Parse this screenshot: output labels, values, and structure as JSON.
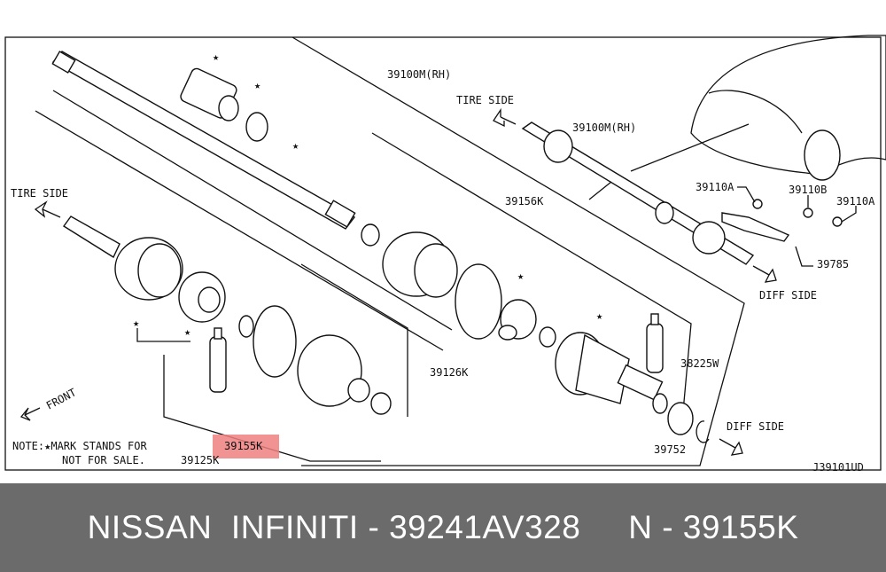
{
  "diagram": {
    "labels": {
      "shaft_rh_top": "39100M(RH)",
      "shaft_rh_right": "39100M(RH)",
      "tire_side_top": "TIRE SIDE",
      "tire_side_left": "TIRE SIDE",
      "boot_band": "39156K",
      "bolt_a_left": "39110A",
      "nut_b": "39110B",
      "bolt_a_right": "39110A",
      "bracket": "39785",
      "diff_side_top": "DIFF SIDE",
      "diff_side_bottom": "DIFF SIDE",
      "boot_kit_diff": "39126K",
      "grease": "38225W",
      "snap_ring": "39752",
      "front": "FRONT",
      "boot_kit_tire": "39125K",
      "highlighted_part": "39155K",
      "note_line1": "NOTE:★MARK STANDS FOR",
      "note_line2": "NOT FOR SALE.",
      "diagram_code": "J39101UD"
    },
    "highlight_color": "#f08080"
  },
  "banner": {
    "text": "NISSAN  INFINITI - 39241AV328     N - 39155K"
  }
}
